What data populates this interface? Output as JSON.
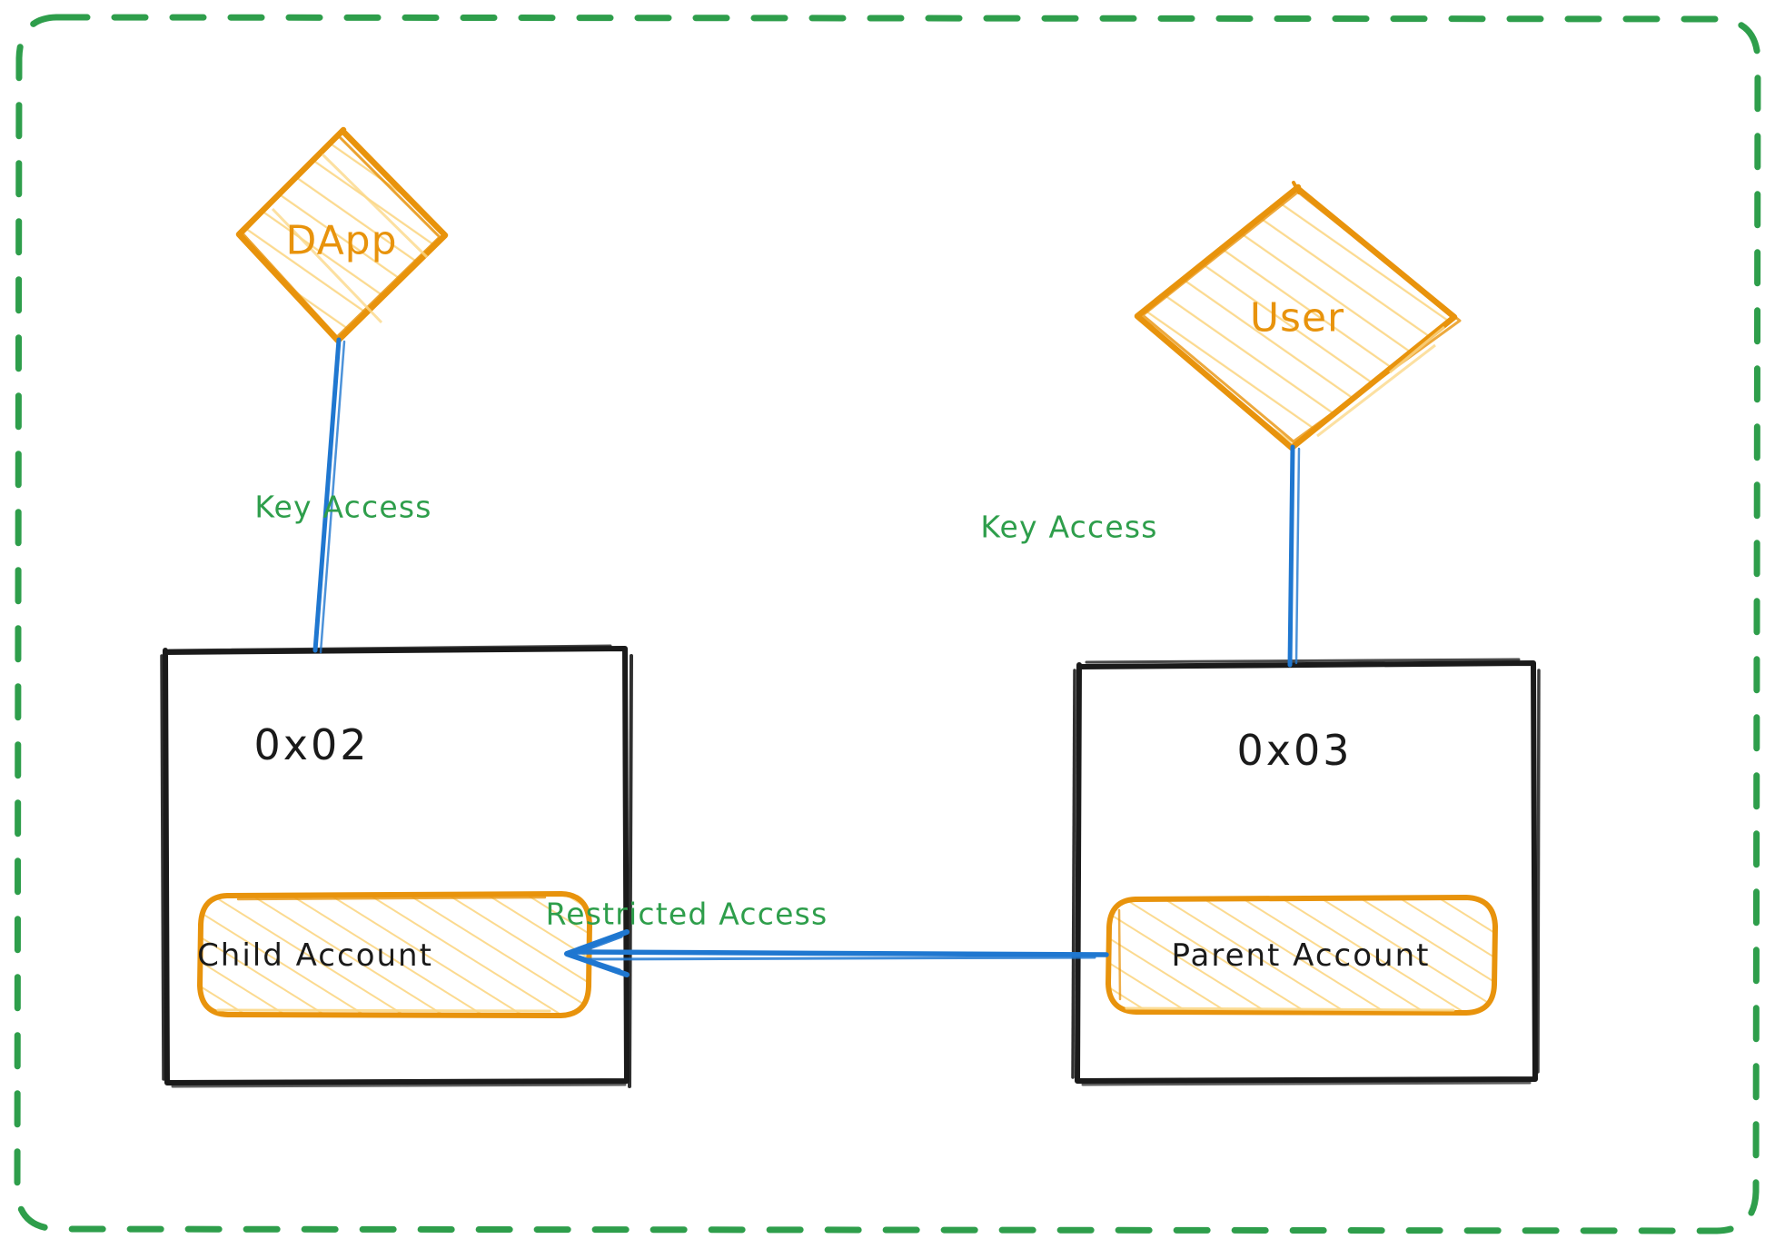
{
  "diagram": {
    "type": "hand-drawn-architecture-diagram",
    "background": "#ffffff",
    "outer_boundary": {
      "style": "dashed-rounded-rectangle",
      "color": "#2E9E4B"
    },
    "colors": {
      "accent_orange": "#E8930C",
      "hachure_yellow": "#FBD88A",
      "edge_blue": "#1F77D0",
      "edge_label_green": "#2E9E4B",
      "box_black": "#1a1a1a",
      "background": "#ffffff"
    }
  },
  "nodes": {
    "dapp": {
      "label": "DApp",
      "shape": "diamond",
      "fill": "hachure-yellow",
      "stroke": "#E8930C"
    },
    "user": {
      "label": "User",
      "shape": "diamond",
      "fill": "hachure-yellow",
      "stroke": "#E8930C"
    },
    "child_box": {
      "label": "0x02",
      "shape": "rectangle",
      "stroke": "#1a1a1a"
    },
    "parent_box": {
      "label": "0x03",
      "shape": "rectangle",
      "stroke": "#1a1a1a"
    },
    "child_account": {
      "label": "Child Account",
      "shape": "rounded-rectangle",
      "fill": "hachure-yellow",
      "stroke": "#E8930C"
    },
    "parent_account": {
      "label": "Parent Account",
      "shape": "rounded-rectangle",
      "fill": "hachure-yellow",
      "stroke": "#E8930C"
    }
  },
  "edges": [
    {
      "id": "dapp-to-child",
      "from": "dapp",
      "to": "child_box",
      "label": "Key Access",
      "color": "#1F77D0",
      "arrow": "none",
      "direction": "down"
    },
    {
      "id": "user-to-parent",
      "from": "user",
      "to": "parent_box",
      "label": "Key Access",
      "color": "#1F77D0",
      "arrow": "none",
      "direction": "down"
    },
    {
      "id": "parent-to-child",
      "from": "parent_account",
      "to": "child_account",
      "label": "Restricted Access",
      "color": "#1F77D0",
      "arrow": "end",
      "direction": "left"
    }
  ]
}
